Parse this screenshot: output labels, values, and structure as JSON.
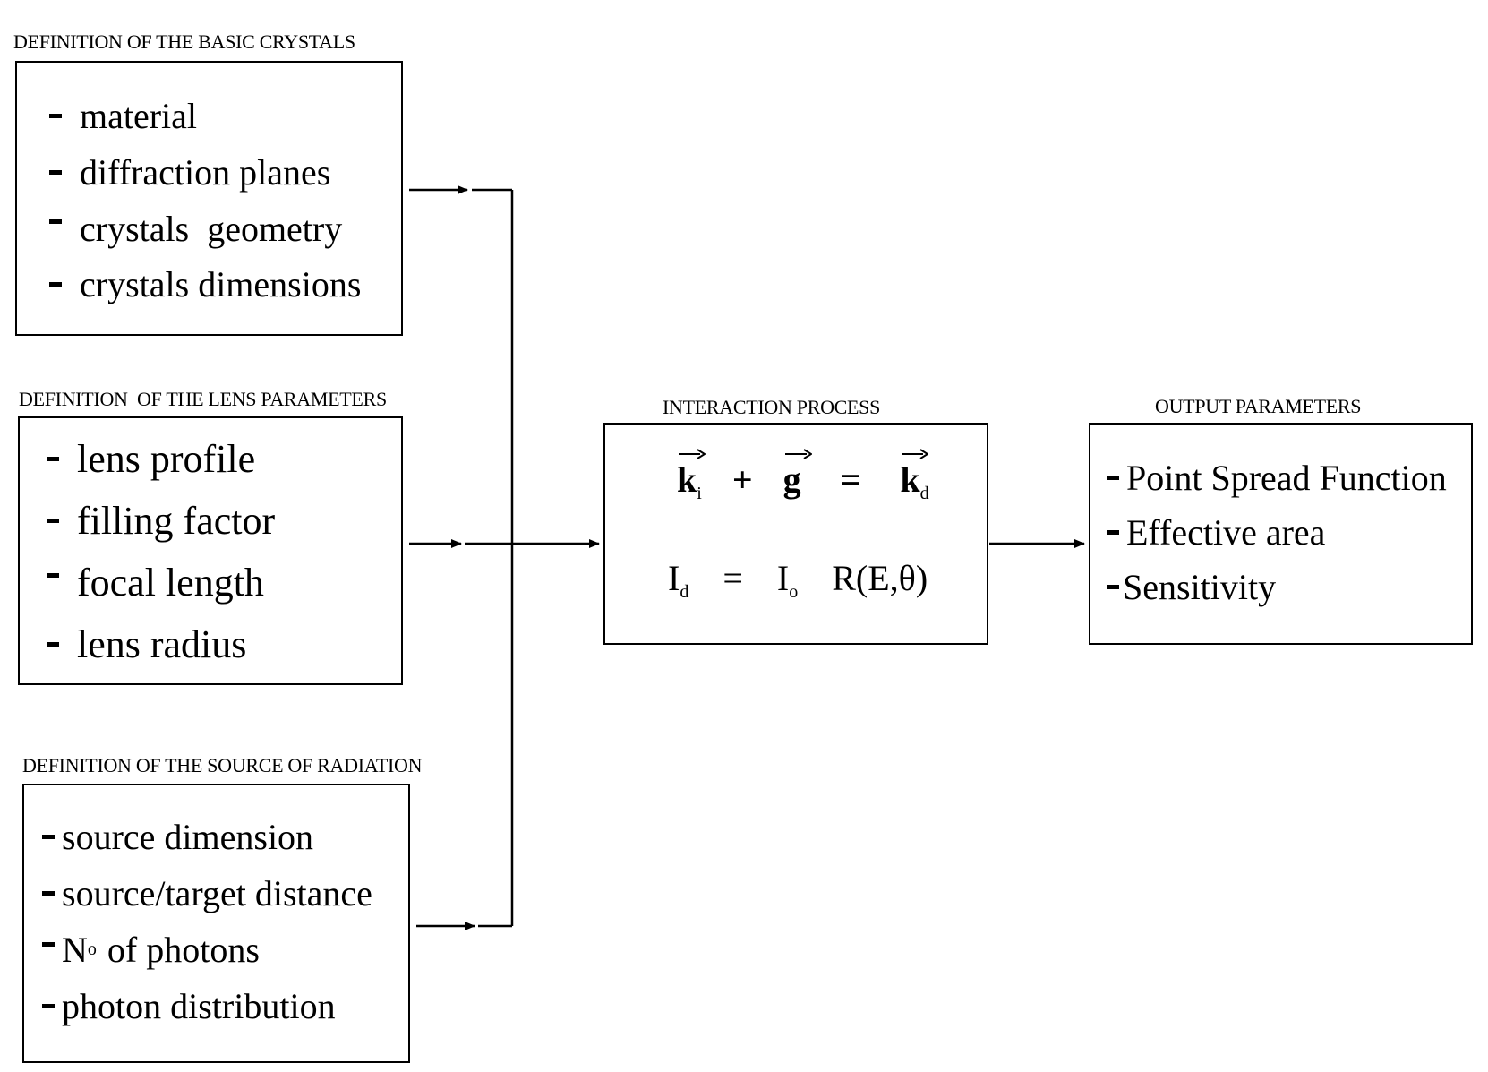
{
  "crystals": {
    "caption": "DEFINITION OF THE BASIC CRYSTALS",
    "items": [
      "material",
      "diffraction planes",
      "crystals  geometry",
      "crystals dimensions"
    ]
  },
  "lens": {
    "caption": "DEFINITION  OF THE LENS PARAMETERS",
    "items": [
      "lens profile",
      "filling factor",
      "focal length",
      "lens radius"
    ]
  },
  "source": {
    "caption": "DEFINITION OF THE SOURCE OF RADIATION",
    "items": [
      "source dimension",
      "source/target distance",
      "of photons",
      "photon distribution"
    ],
    "n_symbol": "N",
    "n_superscript": "o"
  },
  "interaction": {
    "caption": "INTERACTION PROCESS",
    "eq1": {
      "k": "k",
      "sub_i": "i",
      "plus": "+",
      "g": "g",
      "equals": "=",
      "sub_d": "d"
    },
    "eq2": {
      "I": "I",
      "sub_d": "d",
      "equals": "=",
      "sub_o": "o",
      "rest": "R(E,θ)"
    }
  },
  "output": {
    "caption": "OUTPUT PARAMETERS",
    "items": [
      "Point Spread Function",
      "Effective area",
      "Sensitivity"
    ]
  }
}
